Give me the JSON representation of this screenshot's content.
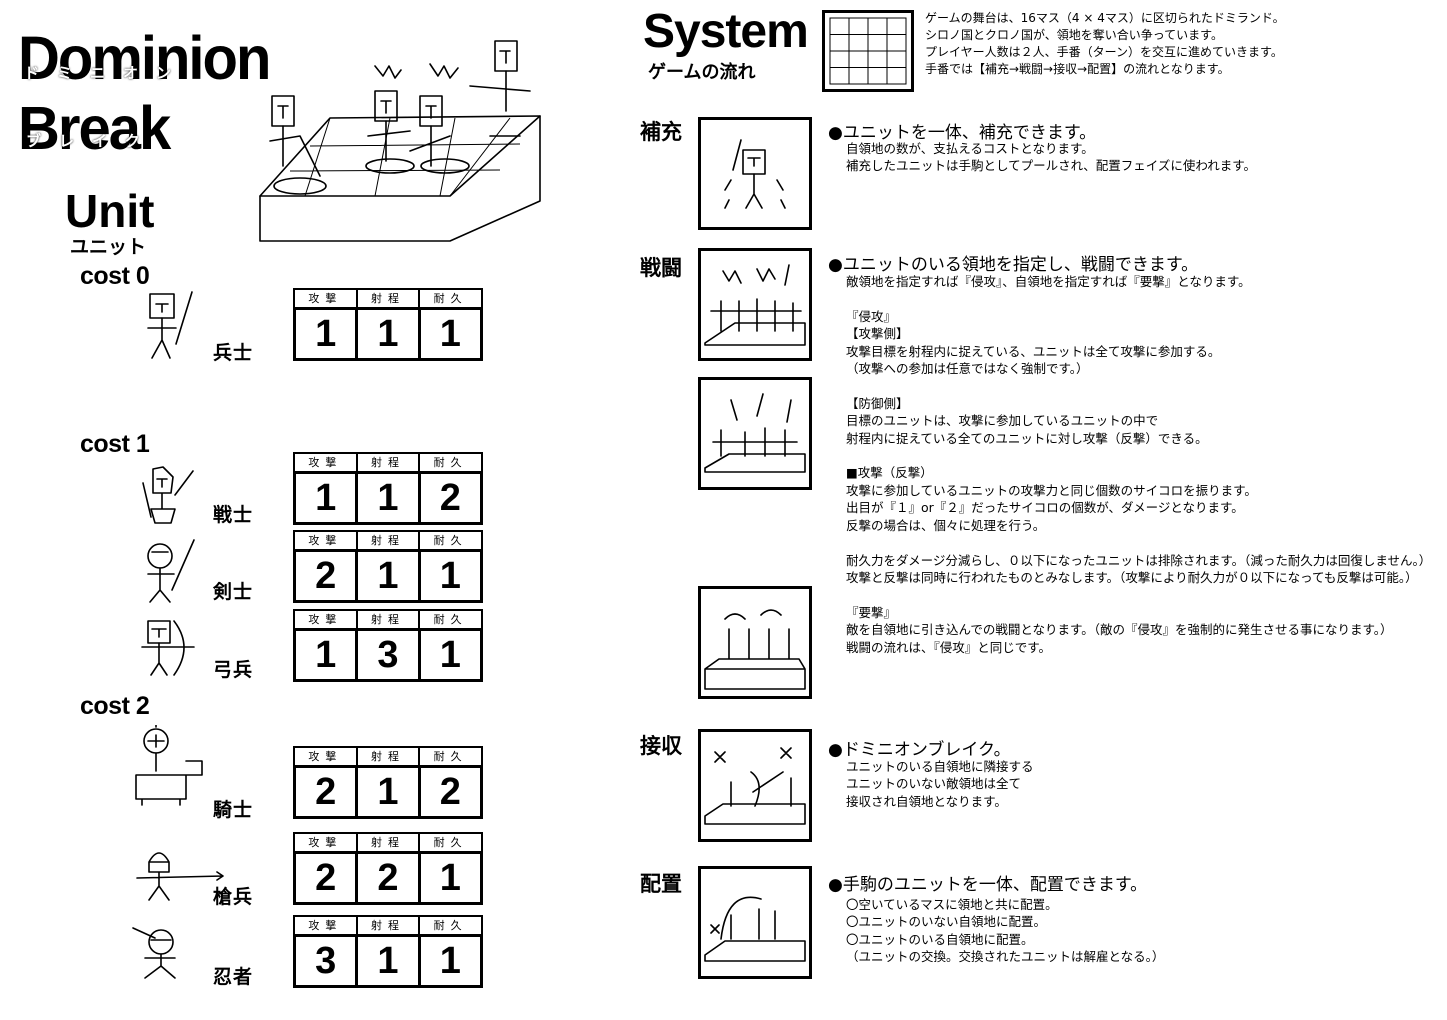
{
  "logo": {
    "line1": "Dominion",
    "ruby1": "ドミニオン",
    "line2": "Break",
    "ruby2": "ブレイク"
  },
  "unit_section": {
    "title": "Unit",
    "subtitle": "ユニット"
  },
  "stat_headers": [
    "攻撃",
    "射程",
    "耐久"
  ],
  "costs": [
    {
      "label": "cost 0",
      "units": [
        {
          "name": "兵士",
          "attack": "1",
          "range": "1",
          "durability": "1",
          "icon": "soldier-icon"
        }
      ]
    },
    {
      "label": "cost 1",
      "units": [
        {
          "name": "戦士",
          "attack": "1",
          "range": "1",
          "durability": "2",
          "icon": "warrior-icon"
        },
        {
          "name": "剣士",
          "attack": "2",
          "range": "1",
          "durability": "1",
          "icon": "swordsman-icon"
        },
        {
          "name": "弓兵",
          "attack": "1",
          "range": "3",
          "durability": "1",
          "icon": "archer-icon"
        }
      ]
    },
    {
      "label": "cost 2",
      "units": [
        {
          "name": "騎士",
          "attack": "2",
          "range": "1",
          "durability": "2",
          "icon": "knight-icon"
        },
        {
          "name": "槍兵",
          "attack": "2",
          "range": "2",
          "durability": "1",
          "icon": "spearman-icon"
        },
        {
          "name": "忍者",
          "attack": "3",
          "range": "1",
          "durability": "1",
          "icon": "ninja-icon"
        }
      ]
    }
  ],
  "system": {
    "title": "System",
    "subtitle": "ゲームの流れ",
    "intro": "ゲームの舞台は、16マス（4 × 4マス）に区切られたドミランド。\nシロノ国とクロノ国が、領地を奪い合い争っています。\nプレイヤー人数は２人、手番（ターン）を交互に進めていきます。\n手番では【補充→戦闘→接収→配置】の流れとなります。"
  },
  "steps": {
    "supply": {
      "label": "補充",
      "lead": "●ユニットを一体、補充できます。",
      "body": "自領地の数が、支払えるコストとなります。\n補充したユニットは手駒としてプールされ、配置フェイズに使われます。"
    },
    "battle": {
      "label": "戦闘",
      "lead": "●ユニットのいる領地を指定し、戦闘できます。",
      "body": "敵領地を指定すれば『侵攻』、自領地を指定すれば『要撃』となります。\n\n『侵攻』\n【攻撃側】\n攻撃目標を射程内に捉えている、ユニットは全て攻撃に参加する。\n（攻撃への参加は任意ではなく強制です。）\n\n【防御側】\n目標のユニットは、攻撃に参加しているユニットの中で\n射程内に捉えている全てのユニットに対し攻撃（反撃）できる。\n\n■攻撃（反撃）\n攻撃に参加しているユニットの攻撃力と同じ個数のサイコロを振ります。\n出目が『１』or『２』だったサイコロの個数が、ダメージとなります。\n反撃の場合は、個々に処理を行う。\n\n耐久力をダメージ分減らし、０以下になったユニットは排除されます。（減った耐久力は回復しません。）\n攻撃と反撃は同時に行われたものとみなします。（攻撃により耐久力が０以下になっても反撃は可能。）\n\n『要撃』\n敵を自領地に引き込んでの戦闘となります。（敵の『侵攻』を強制的に発生させる事になります。）\n戦闘の流れは、『侵攻』と同じです。"
    },
    "capture": {
      "label": "接収",
      "lead": "●ドミニオンブレイク。",
      "body": "ユニットのいる自領地に隣接する\nユニットのいない敵領地は全て\n接収され自領地となります。"
    },
    "deploy": {
      "label": "配置",
      "lead": "●手駒のユニットを一体、配置できます。",
      "body": "〇空いているマスに領地と共に配置。\n〇ユニットのいない自領地に配置。\n〇ユニットのいる自領地に配置。\n（ユニットの交換。交換されたユニットは解雇となる。）"
    }
  }
}
